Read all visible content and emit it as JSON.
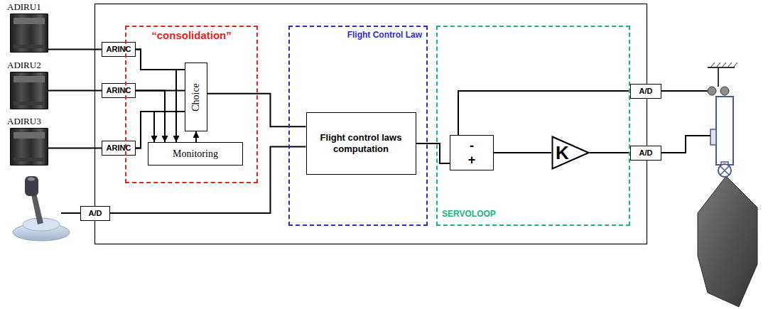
{
  "diagram": {
    "nodes": [
      {
        "text": [
          "ADIRU1"
        ]
      },
      {
        "text": [
          "ADIRU2"
        ]
      },
      {
        "text": [
          "ADIRU3"
        ]
      },
      {
        "text": [
          "ARINC"
        ]
      },
      {
        "text": [
          "ARINC"
        ]
      },
      {
        "text": [
          "ARINC"
        ]
      },
      {
        "text": [
          "“consolidation”"
        ]
      },
      {
        "text": [
          "Choice"
        ],
        "in": 6
      },
      {
        "text": [
          "Monitoring"
        ],
        "in": 6
      },
      {
        "text": [
          "Flight Control Law"
        ]
      },
      {
        "text": [
          "Flight control laws computation"
        ],
        "in": 9
      },
      {
        "text": [
          "SERVOLOOP"
        ]
      },
      {
        "text": [
          "-",
          "+"
        ],
        "in": 11
      },
      {
        "text": [
          "K"
        ],
        "in": 11
      },
      {
        "text": [
          "A/D"
        ]
      },
      {
        "text": [
          "A/D"
        ]
      },
      {
        "text": [
          "A/D"
        ]
      }
    ],
    "edges": [
      {
        "from": 0,
        "to": 3,
        "arrow": "none"
      },
      {
        "from": 1,
        "to": 4,
        "arrow": "none"
      },
      {
        "from": 2,
        "to": 5,
        "arrow": "none"
      },
      {
        "from": 3,
        "to": 7,
        "arrow": "none"
      },
      {
        "from": 4,
        "to": 7,
        "arrow": "none"
      },
      {
        "from": 5,
        "to": 7,
        "arrow": "none"
      },
      {
        "from": 3,
        "to": 8,
        "arrow": "to"
      },
      {
        "from": 4,
        "to": 8,
        "arrow": "to"
      },
      {
        "from": 5,
        "to": 8,
        "arrow": "to"
      },
      {
        "from": 8,
        "to": 7,
        "arrow": "to"
      },
      {
        "from": 7,
        "to": 10,
        "arrow": "none"
      },
      {
        "from": 16,
        "to": 10,
        "arrow": "none"
      },
      {
        "from": 10,
        "to": 12,
        "arrow": "none"
      },
      {
        "from": 14,
        "to": 12,
        "arrow": "none"
      },
      {
        "from": 12,
        "to": 13,
        "arrow": "none"
      },
      {
        "from": 13,
        "to": 15,
        "arrow": "none"
      }
    ]
  }
}
